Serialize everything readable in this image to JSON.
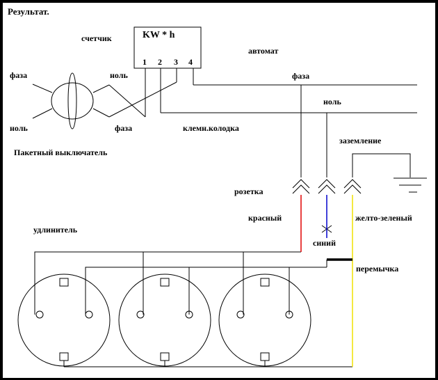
{
  "title": "Результат.",
  "labels": {
    "meter": "счетчик",
    "meter_unit": "KW * h",
    "meter_terminals": [
      "1",
      "2",
      "3",
      "4"
    ],
    "breaker": "автомат",
    "phase_left": "фаза",
    "neutral_left": "ноль",
    "neutral_top": "ноль",
    "phase_bottom": "фаза",
    "terminal_block": "клемн.колодка",
    "packet_switch": "Пакетный выключатель",
    "phase_right": "фаза",
    "neutral_right": "ноль",
    "ground": "заземление",
    "socket": "розетка",
    "red": "красный",
    "yellow_green": "желто-зеленый",
    "blue": "синий",
    "extension": "удлинитель",
    "jumper": "перемычка"
  },
  "colors": {
    "red_wire": "#e00000",
    "blue_wire": "#0000cc",
    "yellow_wire": "#f0e000",
    "line": "#000000"
  }
}
